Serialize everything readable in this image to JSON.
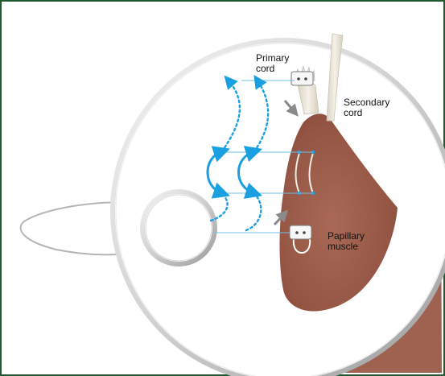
{
  "labels": {
    "primary_cord": "Primary\ncord",
    "secondary_cord": "Secondary\ncord",
    "papillary_muscle": "Papillary\nmuscle"
  },
  "colors": {
    "frame": "#1f5a2e",
    "muscle": "#9a5a48",
    "arrow_blue": "#1aa0e0",
    "cord_cream": "#efe9dd",
    "magnifier_ring": "#9a9a9a",
    "gray_arrow": "#8a8a8a"
  },
  "icons": {
    "magnifier": "magnifier-lens-icon",
    "pledget": "pledget-icon"
  }
}
